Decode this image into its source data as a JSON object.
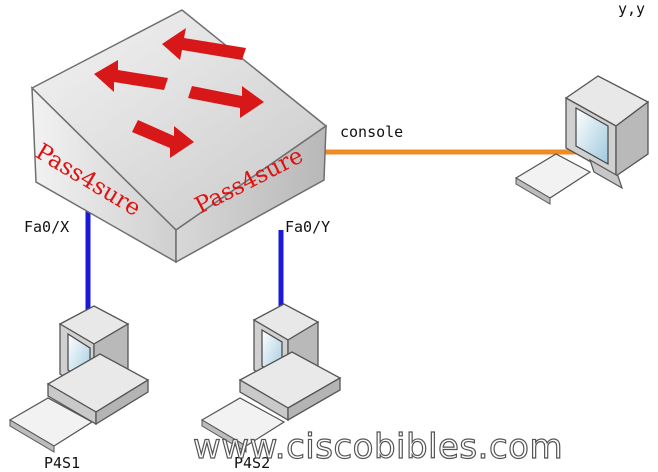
{
  "diagram": {
    "switch": {
      "brand_left": "Pass4sure",
      "brand_right": "Pass4sure"
    },
    "links": {
      "console_label": "console",
      "port_left": "Fa0/X",
      "port_right": "Fa0/Y"
    },
    "hosts": {
      "left": "P4S1",
      "right": "P4S2"
    },
    "corner_fragment": "y,y",
    "watermark": "www.ciscobibles.com"
  },
  "colors": {
    "console_cable": "#f08a24",
    "ethernet_cable": "#1a1ad6",
    "arrows": "#d81818",
    "brand_text": "#e01010"
  }
}
